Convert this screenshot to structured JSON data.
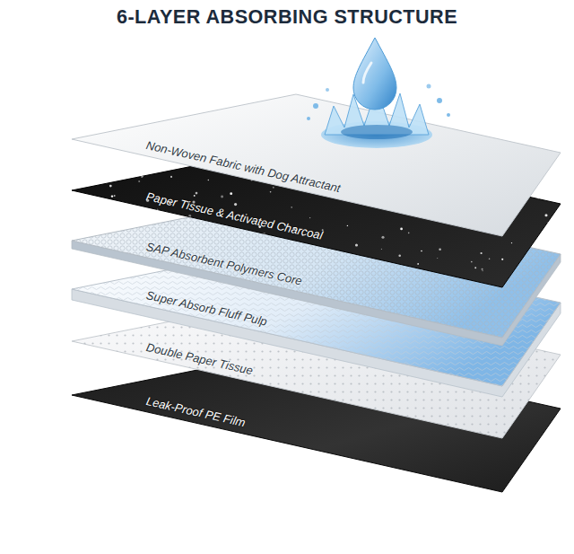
{
  "diagram": {
    "title": "6-LAYER ABSORBING STRUCTURE",
    "nodes": [
      {
        "text": [
          "Non-Woven Fabric with Dog Attractant"
        ]
      },
      {
        "text": [
          "Paper Tissue & Activated Charcoal"
        ]
      },
      {
        "text": [
          "SAP Absorbent Polymers Core"
        ]
      },
      {
        "text": [
          "Super Absorb Fluff Pulp"
        ]
      },
      {
        "text": [
          "Double Paper Tissue"
        ]
      },
      {
        "text": [
          "Leak-Proof PE Film"
        ]
      }
    ]
  }
}
